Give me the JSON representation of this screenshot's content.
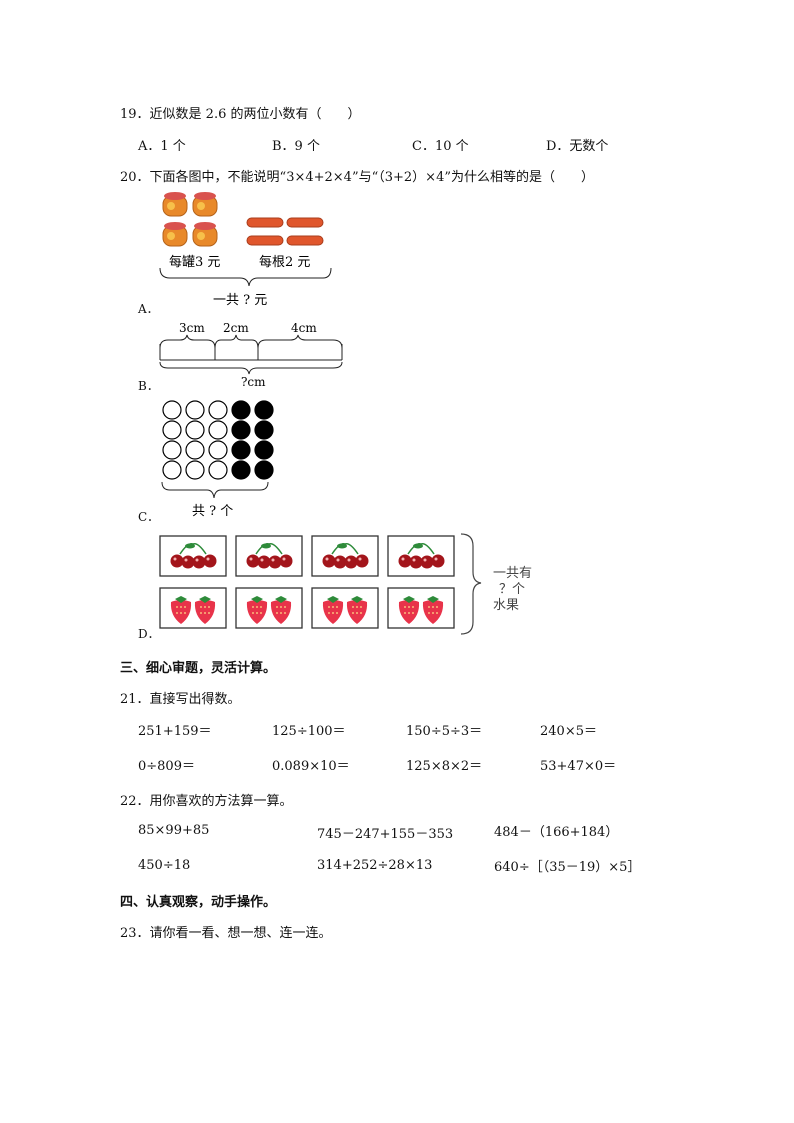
{
  "q19": {
    "stem": "19．近似数是 2.6 的两位小数有（　　）",
    "options": [
      "A．1 个",
      "B．9 个",
      "C．10 个",
      "D．无数个"
    ]
  },
  "q20": {
    "stem": "20．下面各图中，不能说明“3×4+2×4”与“（3+2）×4”为什么相等的是（　　）",
    "labels": [
      "A．",
      "B．",
      "C．",
      "D．"
    ],
    "figA": {
      "left_caption": "每罐3 元",
      "right_caption": "每根2 元",
      "total": "一共 ? 元"
    },
    "figB": {
      "seg1": "3cm",
      "seg2": "2cm",
      "seg3": "4cm",
      "total": "?cm"
    },
    "figC": {
      "total": "共 ? 个"
    },
    "figD": {
      "line1": "一共有",
      "line2": "？个",
      "line3": "水果"
    }
  },
  "section3": {
    "title": "三、细心审题，灵活计算。"
  },
  "q21": {
    "stem": "21．直接写出得数。",
    "row1": [
      "251+159＝",
      "125÷100＝",
      "150÷5÷3＝",
      "240×5＝"
    ],
    "row2": [
      "0÷809＝",
      "0.089×10＝",
      "125×8×2＝",
      "53+47×0＝"
    ]
  },
  "q22": {
    "stem": "22．用你喜欢的方法算一算。",
    "row1": [
      "85×99+85",
      "745－247+155－353",
      "484－（166+184）"
    ],
    "row2": [
      "450÷18",
      "314+252÷28×13",
      "640÷［（35－19）×5］"
    ]
  },
  "section4": {
    "title": "四、认真观察，动手操作。"
  },
  "q23": {
    "stem": "23．请你看一看、想一想、连一连。"
  },
  "colors": {
    "jar": "#e8892a",
    "jar_lid": "#d9534f",
    "sausage": "#e0562c",
    "cherry": "#a3151b",
    "strawberry": "#e8334a",
    "leaf": "#2e8b3a"
  }
}
